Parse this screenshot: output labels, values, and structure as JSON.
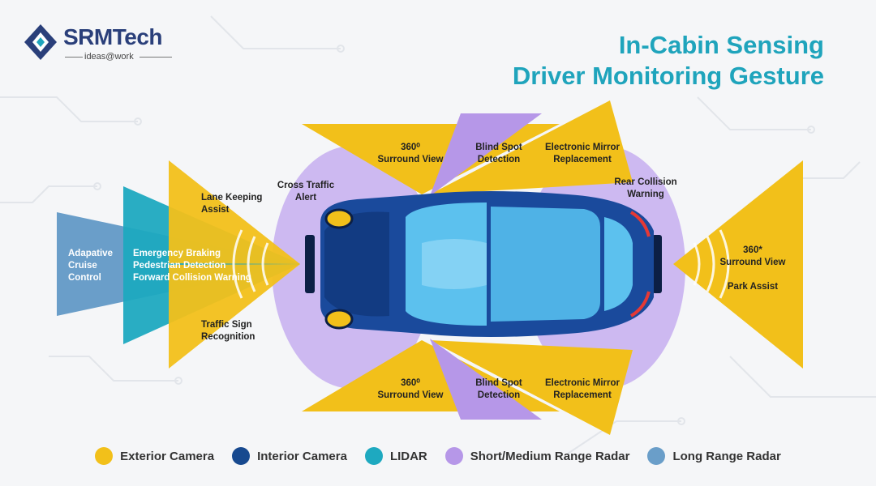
{
  "brand": {
    "name": "SRMTech",
    "tagline": "ideas@work"
  },
  "title": {
    "line1": "In-Cabin Sensing",
    "line2": "Driver Monitoring Gesture"
  },
  "labels": {
    "adaptive_cruise": "Adapative\nCruise\nControl",
    "emergency": "Emergency Braking\nPedestrian Detection\nForward Collision Warning",
    "lane_keeping": "Lane Keeping\nAssist",
    "traffic_sign": "Traffic Sign\nRecognition",
    "cross_traffic": "Cross Traffic\nAlert",
    "surround_top": "360⁰\nSurround View",
    "blind_spot_top": "Blind Spot\nDetection",
    "mirror_top": "Electronic Mirror\nReplacement",
    "rear_collision": "Rear Collision\nWarning",
    "surround_rear": "360*\nSurround View",
    "park_assist": "Park Assist",
    "surround_bottom": "360⁰\nSurround View",
    "blind_spot_bottom": "Blind Spot\nDetection",
    "mirror_bottom": "Electronic Mirror\nReplacement"
  },
  "legend": [
    {
      "label": "Exterior Camera",
      "color": "#f2c01a"
    },
    {
      "label": "Interior Camera",
      "color": "#17498f"
    },
    {
      "label": "LIDAR",
      "color": "#1ea9c0"
    },
    {
      "label": "Short/Medium Range Radar",
      "color": "#b697e8"
    },
    {
      "label": "Long Range Radar",
      "color": "#6a9ec9"
    }
  ],
  "colors": {
    "exterior_camera": "#f2c01a",
    "interior_camera": "#17498f",
    "lidar": "#1ea9c0",
    "radar_short": "#c6aef0",
    "radar_long": "#6a9ec9",
    "title": "#1fa4bc",
    "brand": "#2a3f7a"
  }
}
